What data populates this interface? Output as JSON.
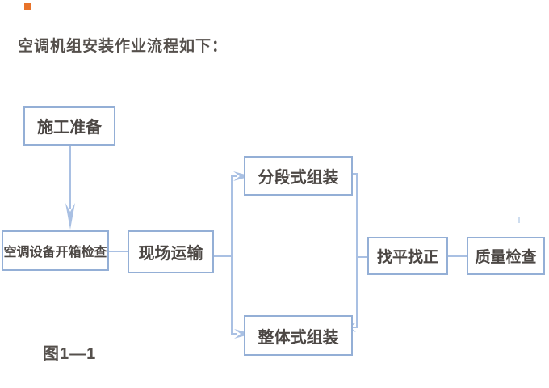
{
  "title": "空调机组安装作业流程如下：",
  "caption": "图1—1",
  "colors": {
    "box_border": "#94afd6",
    "connector_line": "#a9c0e3",
    "text": "#4c4744",
    "marker_orange": "#e8732a"
  },
  "flowchart": {
    "nodes": [
      {
        "id": "construction-prep",
        "label": "施工准备"
      },
      {
        "id": "unboxing-inspection",
        "label": "空调设备开箱检查"
      },
      {
        "id": "site-transport",
        "label": "现场运输"
      },
      {
        "id": "segmented-assembly",
        "label": "分段式组装"
      },
      {
        "id": "integral-assembly",
        "label": "整体式组装"
      },
      {
        "id": "leveling-alignment",
        "label": "找平找正"
      },
      {
        "id": "quality-inspection",
        "label": "质量检查"
      }
    ],
    "edges": [
      {
        "from": "construction-prep",
        "to": "unboxing-inspection",
        "arrow": true
      },
      {
        "from": "unboxing-inspection",
        "to": "site-transport",
        "arrow": false
      },
      {
        "from": "site-transport",
        "to": "segmented-assembly",
        "arrow": true
      },
      {
        "from": "site-transport",
        "to": "integral-assembly",
        "arrow": true
      },
      {
        "from": "segmented-assembly",
        "to": "integral-assembly",
        "arrow": true
      },
      {
        "from": "segmented-assembly",
        "to": "leveling-alignment",
        "arrow": false
      },
      {
        "from": "leveling-alignment",
        "to": "quality-inspection",
        "arrow": false
      }
    ]
  }
}
